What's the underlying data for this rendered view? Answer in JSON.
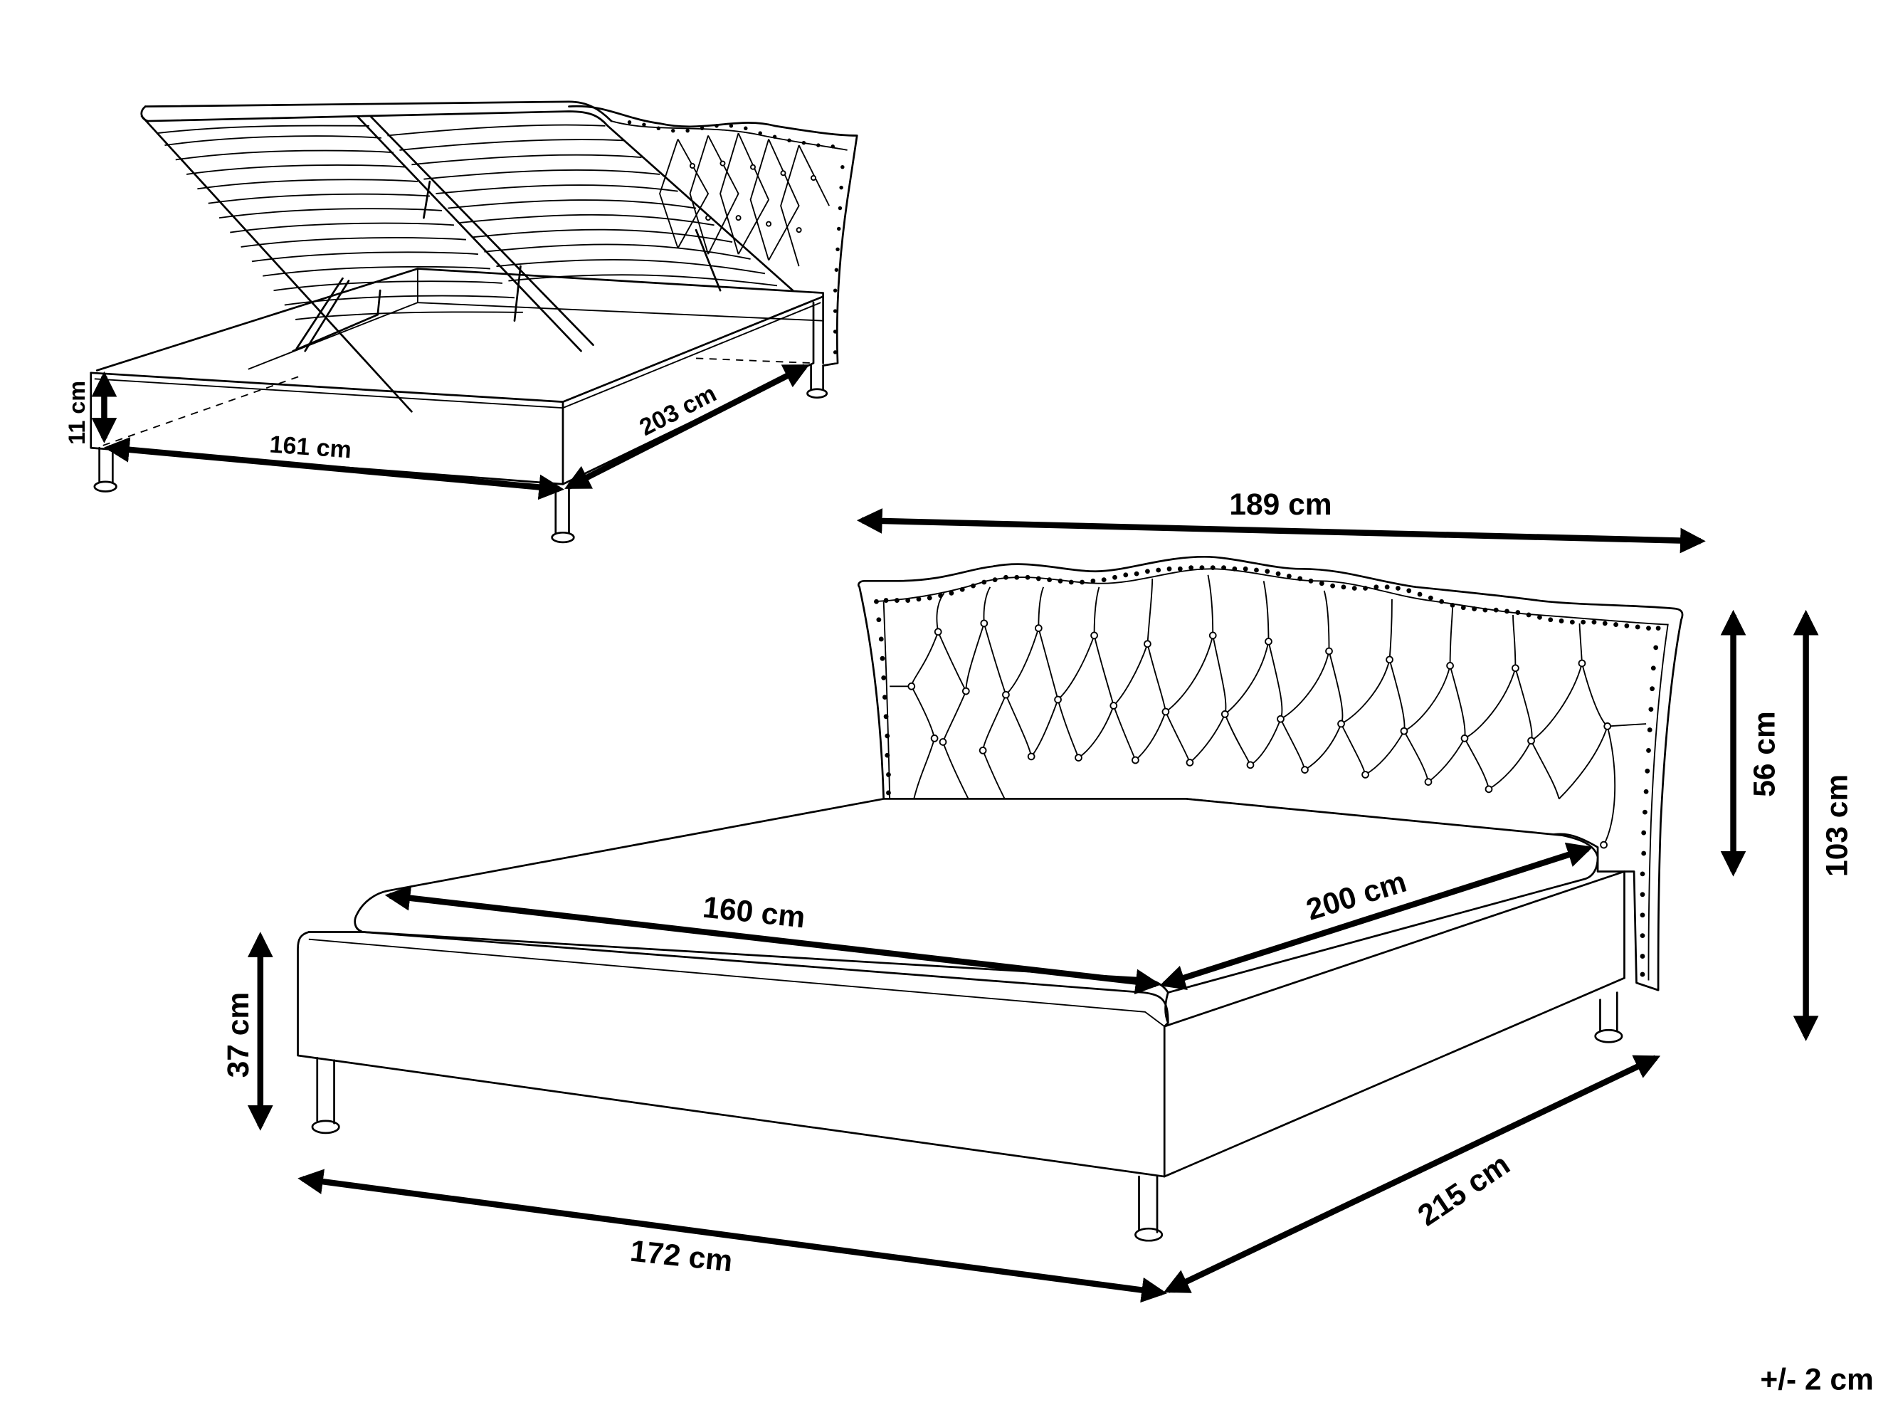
{
  "diagram": {
    "type": "furniture-dimension-drawing",
    "subject": "upholstered tufted bed with lift-up storage base",
    "views": [
      {
        "name": "storage-view",
        "description": "Bed with slatted base lifted on gas struts, showing storage compartment",
        "dimensions": {
          "storage_height": "11 cm",
          "storage_width": "161 cm",
          "storage_length": "203 cm"
        }
      },
      {
        "name": "main-view",
        "description": "Assembled bed with tufted headboard",
        "dimensions": {
          "headboard_width": "189 cm",
          "headboard_height_above_frame": "56 cm",
          "total_height": "103 cm",
          "mattress_width": "160 cm",
          "mattress_length": "200 cm",
          "frame_height": "37 cm",
          "total_width": "172 cm",
          "total_length": "215 cm"
        }
      }
    ],
    "tolerance": "+/- 2 cm"
  },
  "labels": {
    "storage_height": "11 cm",
    "storage_width": "161 cm",
    "storage_length": "203 cm",
    "headboard_width": "189 cm",
    "headboard_height": "56 cm",
    "total_height": "103 cm",
    "mattress_width": "160 cm",
    "mattress_length": "200 cm",
    "frame_height": "37 cm",
    "total_width": "172 cm",
    "total_length": "215 cm",
    "tolerance": "+/- 2 cm"
  },
  "colors": {
    "line": "#000000",
    "background": "#ffffff"
  }
}
